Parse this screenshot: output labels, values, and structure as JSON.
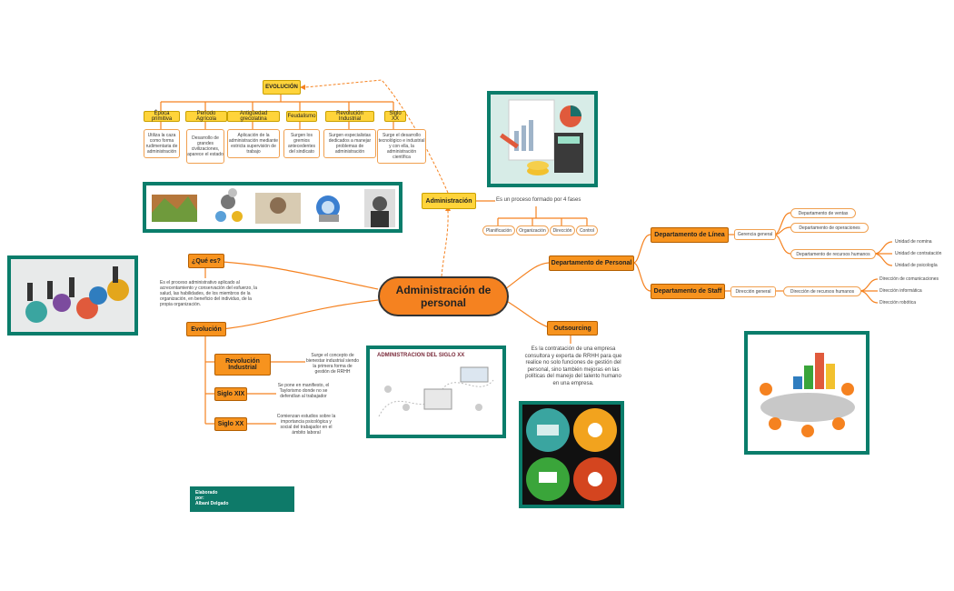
{
  "center": {
    "title": "Administración de personal"
  },
  "administracion": {
    "label": "Administración",
    "desc": "Es un proceso formado por 4 fases",
    "phases": [
      "Planificación",
      "Organización",
      "Dirección",
      "Control"
    ]
  },
  "evolucion_top": {
    "label": "EVOLUCIÓN",
    "items": [
      {
        "title": "Época primitiva",
        "text": "Utiliza la caza como forma rudimentaria de administración"
      },
      {
        "title": "Periodo Agrícola",
        "text": "Desarrollo de grandes civilizaciones, aparece el estado"
      },
      {
        "title": "Antigüedad grecolatina",
        "text": "Aplicación de la administración mediante estricta supervisión de trabajo"
      },
      {
        "title": "Feudalismo",
        "text": "Surgen los gremios antecedentes del sindicato"
      },
      {
        "title": "Revolución Industrial",
        "text": "Surgen especialistas dedicados a manejar problemas de administración"
      },
      {
        "title": "Siglo XX",
        "text": "Surge el desarrollo tecnológico e industrial y con ella, la administración científica"
      }
    ]
  },
  "que_es": {
    "label": "¿Qué es?",
    "text": "Es el proceso administrativo aplicado al acrecentamiento y conservación del esfuerzo, la salud, las habilidades, de los miembros de la organización, en beneficio del individuo, de la propia organización."
  },
  "evolucion_left": {
    "label": "Evolución",
    "items": [
      {
        "title": "Revolución Industrial",
        "text": "Surge el concepto de bienestar industrial siendo la primera forma de gestión de RRHH"
      },
      {
        "title": "Siglo XIX",
        "text": "Se pone en manifiesto, el Taylorismo donde no se defendían al trabajador"
      },
      {
        "title": "Siglo XX",
        "text": "Comienzan estudios sobre la importancia psicológica y social del trabajador en el ámbito laboral"
      }
    ]
  },
  "departamento": {
    "label": "Departamento de Personal",
    "linea": {
      "label": "Departamento de Línea",
      "gerencia": "Gerencia general",
      "items": [
        "Departamento de ventas",
        "Departamento de operaciones",
        "Departamento de recursos humanos"
      ],
      "rrhh_units": [
        "Unidad de nomina",
        "Unidad de contratación",
        "Unidad de psicología"
      ]
    },
    "staff": {
      "label": "Departamento de Staff",
      "direccion": "Dirección general",
      "rrhh": "Dirección de recursos humanos",
      "items": [
        "Dirección de comunicaciones",
        "Dirección informática",
        "Dirección robótica"
      ]
    }
  },
  "outsourcing": {
    "label": "Outsourcing",
    "text": "Es la contratación de una empresa consultora y experta de RRHH para que realice no solo funciones de gestión del personal, sino también mejoras en las políticas del manejo del talento humano en una empresa."
  },
  "siglo_xx_image": {
    "title": "ADMINISTRACION DEL SIGLO XX"
  },
  "credit": {
    "line1": "Elaborado",
    "line2": "por:",
    "line3": "Albani Delgado"
  },
  "colors": {
    "accent": "#f58220",
    "frame": "#0a7d6b",
    "yellow": "#ffd43b"
  }
}
